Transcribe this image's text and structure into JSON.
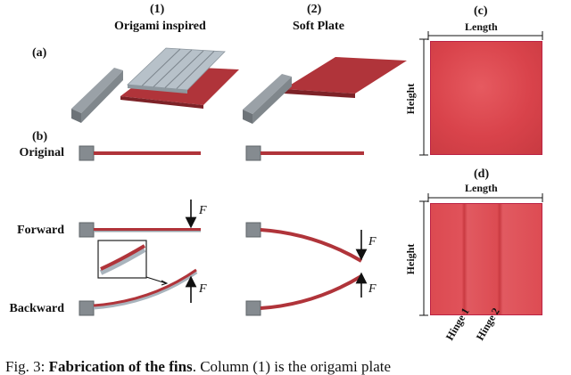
{
  "columns": {
    "col1_number": "(1)",
    "col1_title": "Origami inspired",
    "col2_number": "(2)",
    "col2_title": "Soft Plate"
  },
  "panels": {
    "a": "(a)",
    "b": "(b)",
    "c": "(c)",
    "d": "(d)"
  },
  "rows": {
    "original": "Original",
    "forward": "Forward",
    "backward": "Backward"
  },
  "force_symbol": "F",
  "photo_c": {
    "length": "Length",
    "height": "Height"
  },
  "photo_d": {
    "length": "Length",
    "height": "Height",
    "hinge1": "Hinge 1",
    "hinge2": "Hinge 2"
  },
  "caption": {
    "prefix": "Fig. 3: ",
    "bold": "Fabrication of the fins",
    "rest": ". Column (1) is the origami plate"
  },
  "colors": {
    "fin_red": "#b0343a",
    "plate_gray": "#a9b4bd",
    "rod_gray": "#7f868c",
    "photo_red": "#e0474f"
  }
}
